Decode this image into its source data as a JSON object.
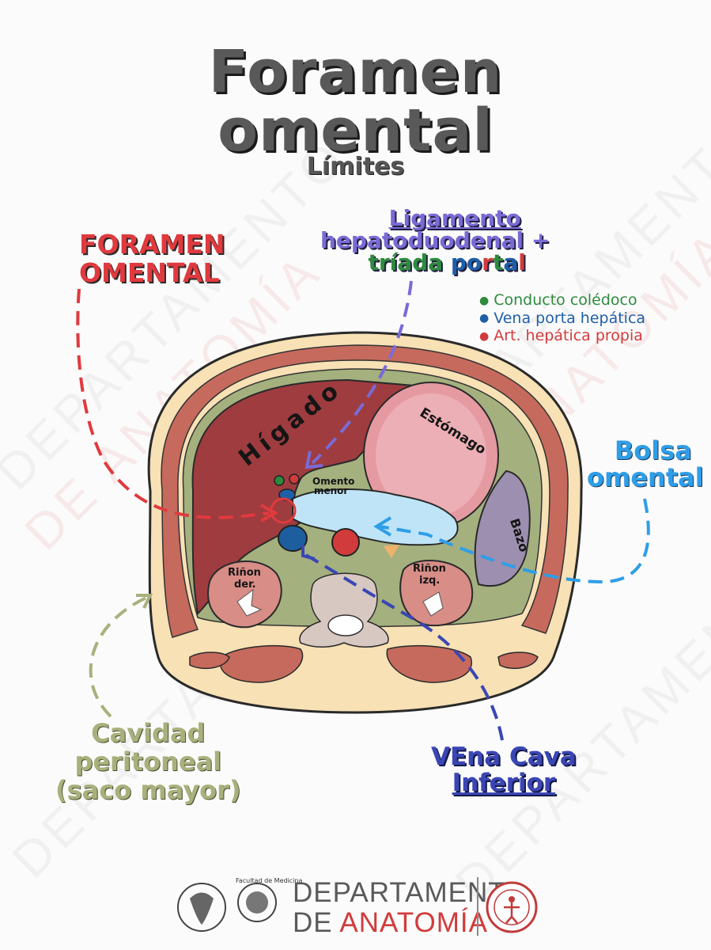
{
  "title": {
    "line1": "Foramen",
    "line2": "omental",
    "subtitle": "Límites"
  },
  "labels": {
    "foramen_line1": "FORAMEN",
    "foramen_line2": "OMENTAL",
    "ligamento_line1": "Ligamento",
    "ligamento_line2": "hepatoduodenal +",
    "triada_word": "tríada",
    "portal_p": "p",
    "portal_o": "o",
    "portal_r": "r",
    "portal_t": "t",
    "portal_a": "a",
    "portal_l": "l",
    "bolsa_line1": "Bolsa",
    "bolsa_line2": "omental",
    "cavidad_line1": "Cavidad",
    "cavidad_line2": "peritoneal",
    "cavidad_line3": "(saco mayor)",
    "vena_line1": "VEna Cava",
    "vena_line2": "Inferior"
  },
  "legend": [
    {
      "text": "Conducto colédoco",
      "color": "#2e8b3e"
    },
    {
      "text": "Vena porta hepática",
      "color": "#1f5fa8"
    },
    {
      "text": "Art. hepática propia",
      "color": "#d23b3b"
    }
  ],
  "organs": {
    "higado": "Hígado",
    "estomago": "Estómago",
    "omento1": "Omento",
    "omento2": "menor",
    "bazo": "Bazo",
    "rinon_der1": "Riñon",
    "rinon_der2": "der.",
    "rinon_izq1": "Riñon",
    "rinon_izq2": "izq."
  },
  "footer": {
    "dept_line1": "DEPARTAMENTO",
    "dept_line2_a": "DE ",
    "dept_line2_b": "ANATOMÍA",
    "facultad": "Facultad de Medicina"
  },
  "watermark": {
    "line1": "DEPARTAMENTO",
    "line2": "DE ANATOMÍA"
  },
  "colors": {
    "foramen": "#e03a3e",
    "ligamento": "#7a6ad6",
    "bolsa": "#2f9ee8",
    "cavidad": "#a9b07c",
    "vena": "#3b46b5",
    "liver": "#9e3c3f",
    "stomach": "#e59aa2",
    "spleen": "#9d8fb0"
  }
}
